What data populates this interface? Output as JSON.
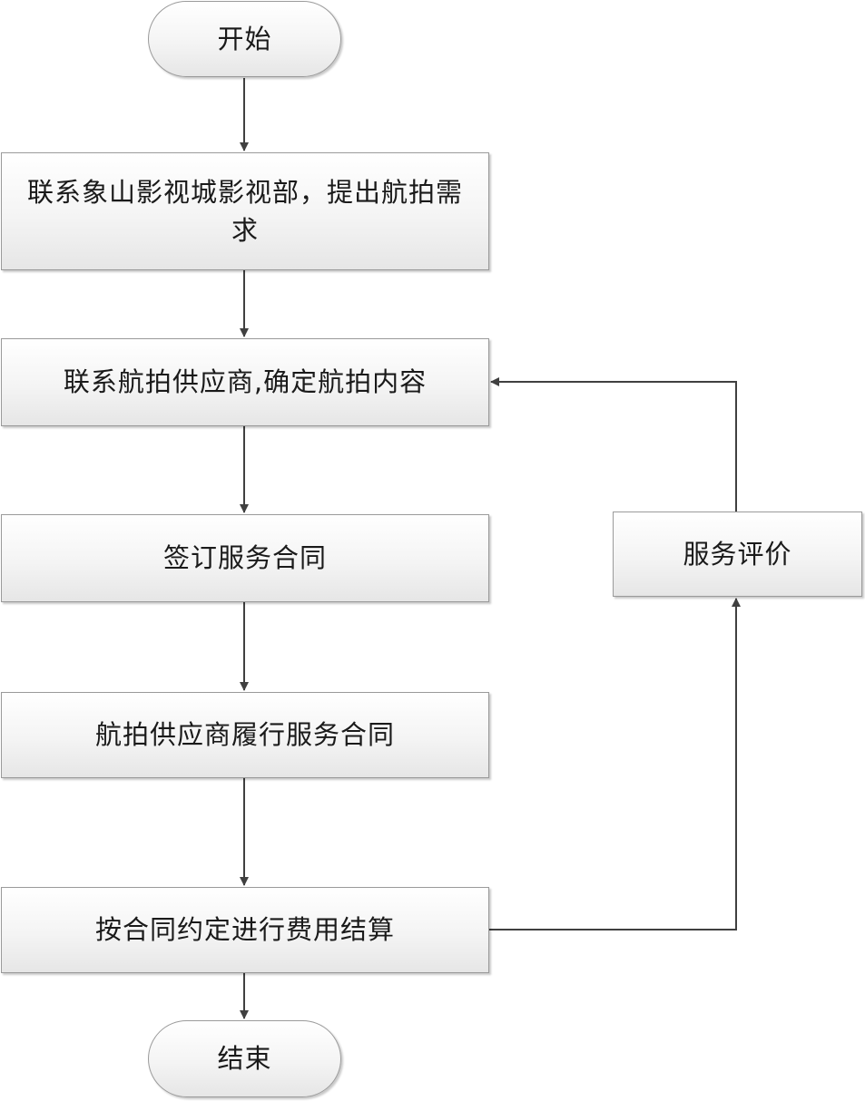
{
  "flowchart": {
    "start": "开始",
    "step_contact_studio": "联系象山影视城影视部，提出航拍需求",
    "step_confirm_content": "联系航拍供应商,确定航拍内容",
    "step_sign_contract": "签订服务合同",
    "step_perform_contract": "航拍供应商履行服务合同",
    "step_settlement": "按合同约定进行费用结算",
    "end": "结束",
    "step_evaluation": "服务评价"
  },
  "style": {
    "line_color": "#404040",
    "box_border_color": "#9a9a9a",
    "box_fill_top": "#ffffff",
    "box_fill_bottom": "#e6e6e6"
  }
}
